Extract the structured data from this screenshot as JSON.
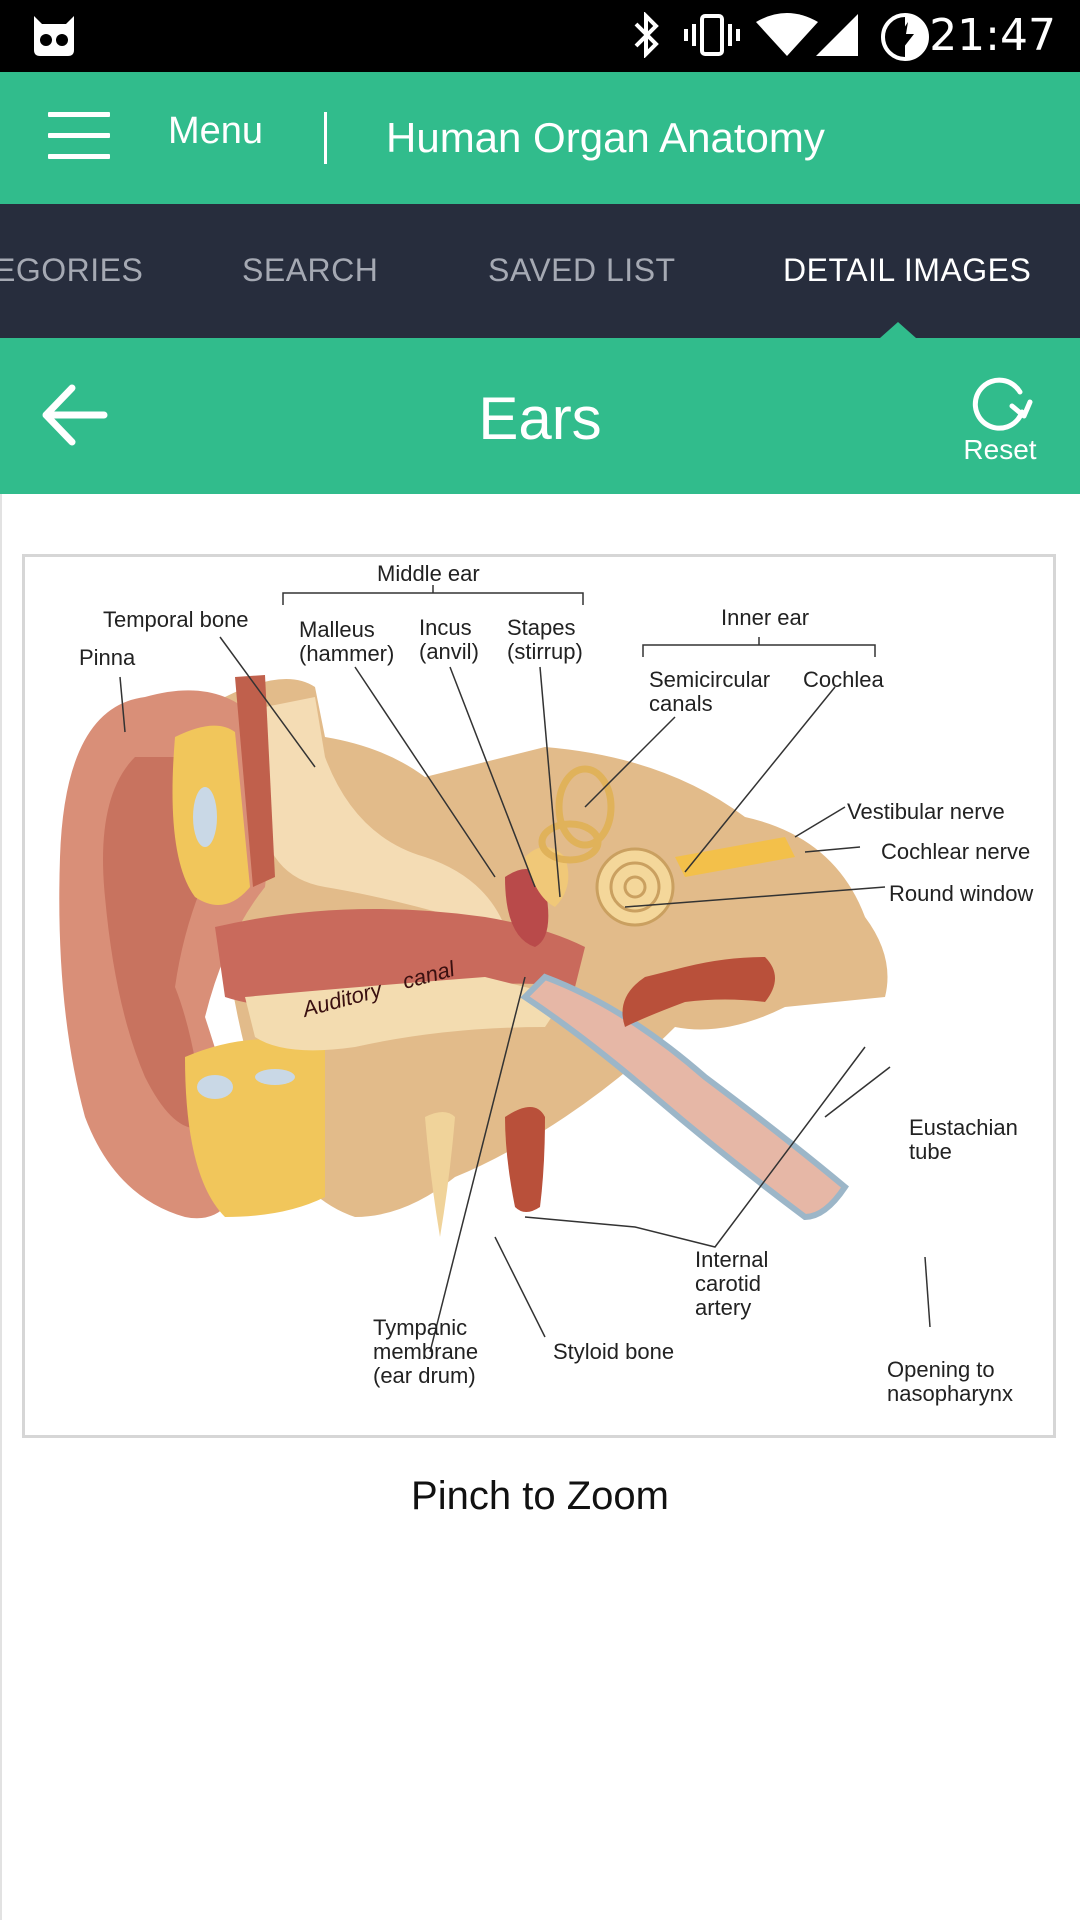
{
  "status_bar": {
    "time": "21:47",
    "icons": [
      "cat-face-icon",
      "bluetooth-icon",
      "vibrate-icon",
      "wifi-icon",
      "signal-icon",
      "battery-charging-icon"
    ]
  },
  "app_bar": {
    "menu_label": "Menu",
    "title": "Human Organ Anatomy"
  },
  "tabs": [
    {
      "label": "EGORIES",
      "active": false
    },
    {
      "label": "SEARCH",
      "active": false
    },
    {
      "label": "SAVED LIST",
      "active": false
    },
    {
      "label": "DETAIL IMAGES",
      "active": true
    }
  ],
  "sub_header": {
    "title": "Ears",
    "reset_label": "Reset"
  },
  "diagram": {
    "labels": {
      "middle_ear": "Middle ear",
      "temporal_bone": "Temporal bone",
      "pinna": "Pinna",
      "malleus_1": "Malleus",
      "malleus_2": "(hammer)",
      "incus_1": "Incus",
      "incus_2": "(anvil)",
      "stapes_1": "Stapes",
      "stapes_2": "(stirrup)",
      "inner_ear": "Inner ear",
      "semicircular_1": "Semicircular",
      "semicircular_2": "canals",
      "cochlea": "Cochlea",
      "vestibular_nerve": "Vestibular nerve",
      "cochlear_nerve": "Cochlear nerve",
      "round_window": "Round window",
      "auditory": "Auditory",
      "canal": "canal",
      "eustachian_1": "Eustachian",
      "eustachian_2": "tube",
      "internal_1": "Internal",
      "internal_2": "carotid",
      "internal_3": "artery",
      "tympanic_1": "Tympanic",
      "tympanic_2": "membrane",
      "tympanic_3": "(ear drum)",
      "styloid": "Styloid bone",
      "opening_1": "Opening to",
      "opening_2": "nasopharynx"
    }
  },
  "caption": "Pinch to Zoom",
  "colors": {
    "accent_green": "#31bc8c",
    "tab_bar": "#272d3d",
    "tab_inactive": "#a5a9b3"
  }
}
